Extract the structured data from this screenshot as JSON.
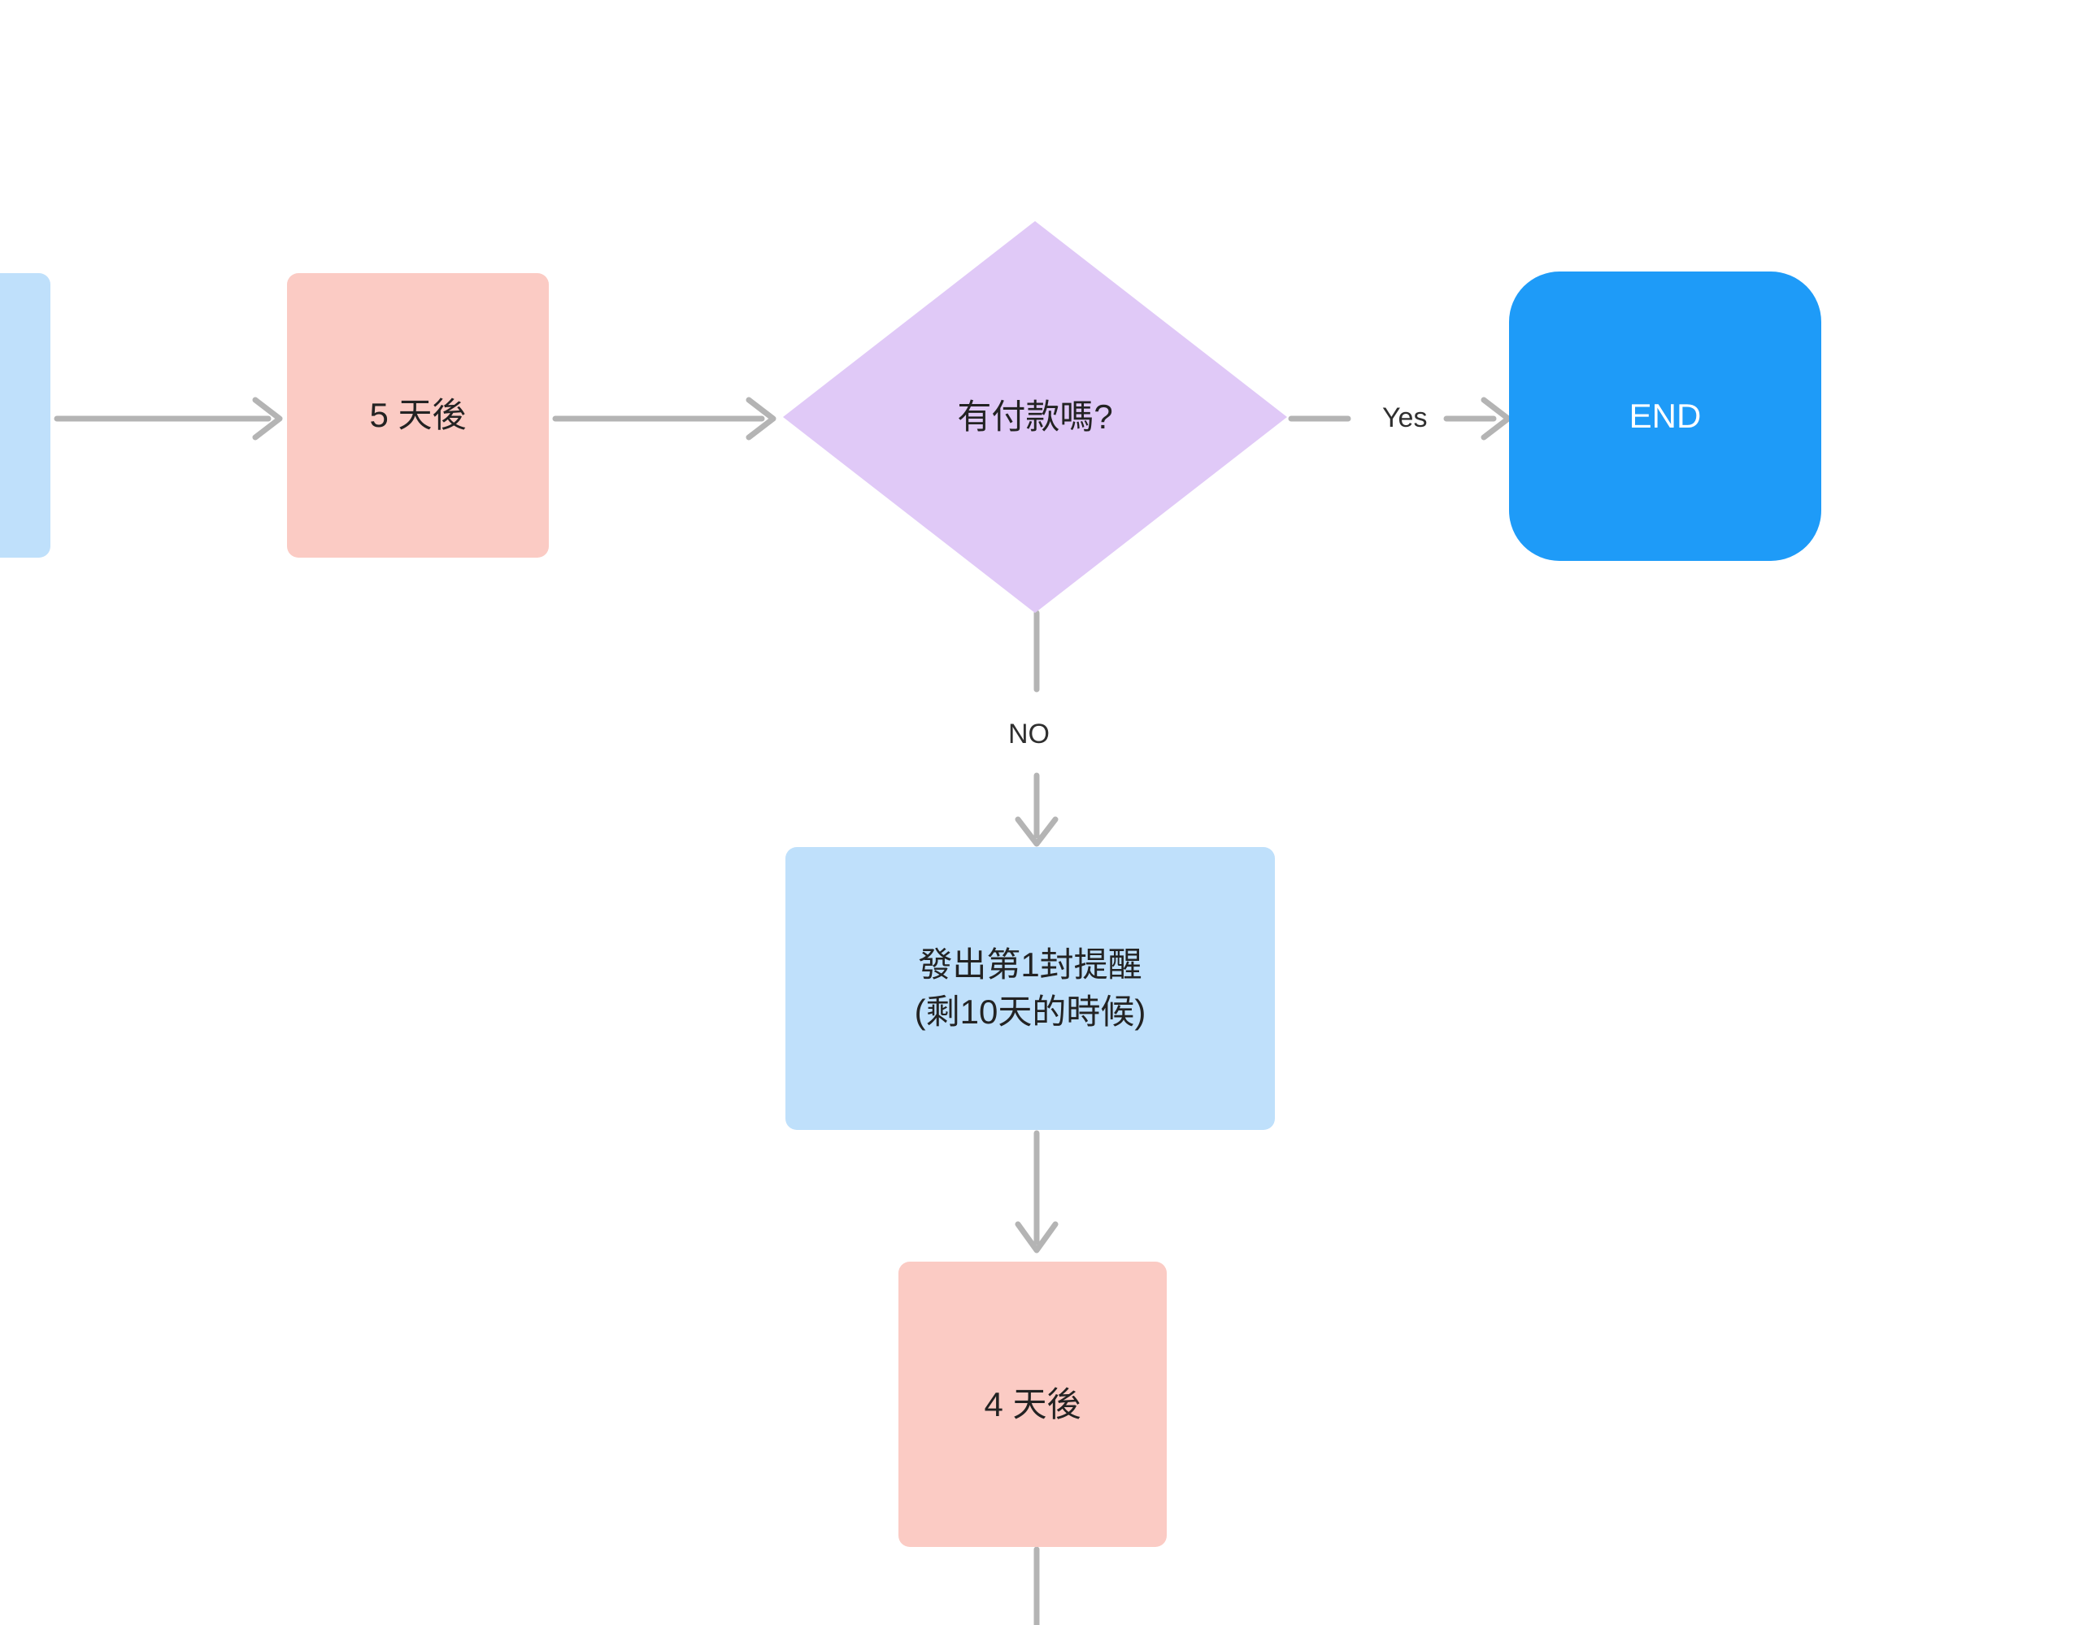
{
  "diagram": {
    "type": "flowchart",
    "background_color": "#ffffff",
    "orientation": "left-to-right with downward branch",
    "palette": {
      "pink_node": "#fbcbc4",
      "blue_node": "#bfe0fb",
      "decision_node": "#e0c9f7",
      "terminator_node": "#1e9bf8",
      "terminator_text": "#ffffff",
      "edge": "#b4b4b4",
      "text": "#232323"
    }
  },
  "nodes": [
    {
      "id": "upstream-blue-step",
      "shape": "rounded-rectangle",
      "label": "",
      "color": "#bfe0fb",
      "note": "partially cropped at left edge of viewport"
    },
    {
      "id": "wait-5-days",
      "shape": "rounded-rectangle",
      "label": "5 天後",
      "color": "#fbcbc4"
    },
    {
      "id": "payment-decision",
      "shape": "diamond",
      "label": "有付款嗎?",
      "color": "#e0c9f7"
    },
    {
      "id": "end-terminator",
      "shape": "terminator",
      "label": "END",
      "color": "#1e9bf8"
    },
    {
      "id": "send-first-reminder",
      "shape": "rounded-rectangle",
      "label": "發出第1封提醒\n(剩10天的時候)",
      "line1": "發出第1封提醒",
      "line2": "(剩10天的時候)",
      "color": "#bfe0fb"
    },
    {
      "id": "wait-4-days",
      "shape": "rounded-rectangle",
      "label": "4 天後",
      "color": "#fbcbc4"
    }
  ],
  "edges": [
    {
      "id": "edge-upstream-to-wait5",
      "from": "upstream-blue-step",
      "to": "wait-5-days",
      "label": "",
      "direction": "right"
    },
    {
      "id": "edge-wait5-to-decision",
      "from": "wait-5-days",
      "to": "payment-decision",
      "label": "",
      "direction": "right"
    },
    {
      "id": "edge-decision-to-end",
      "from": "payment-decision",
      "to": "end-terminator",
      "label": "Yes",
      "direction": "right"
    },
    {
      "id": "edge-decision-to-reminder",
      "from": "payment-decision",
      "to": "send-first-reminder",
      "label": "NO",
      "direction": "down"
    },
    {
      "id": "edge-reminder-to-wait4",
      "from": "send-first-reminder",
      "to": "wait-4-days",
      "label": "",
      "direction": "down"
    },
    {
      "id": "edge-wait4-downstream",
      "from": "wait-4-days",
      "to": "",
      "label": "",
      "direction": "down",
      "note": "continues below viewport"
    }
  ],
  "labels": {
    "yes": "Yes",
    "no": "NO"
  }
}
